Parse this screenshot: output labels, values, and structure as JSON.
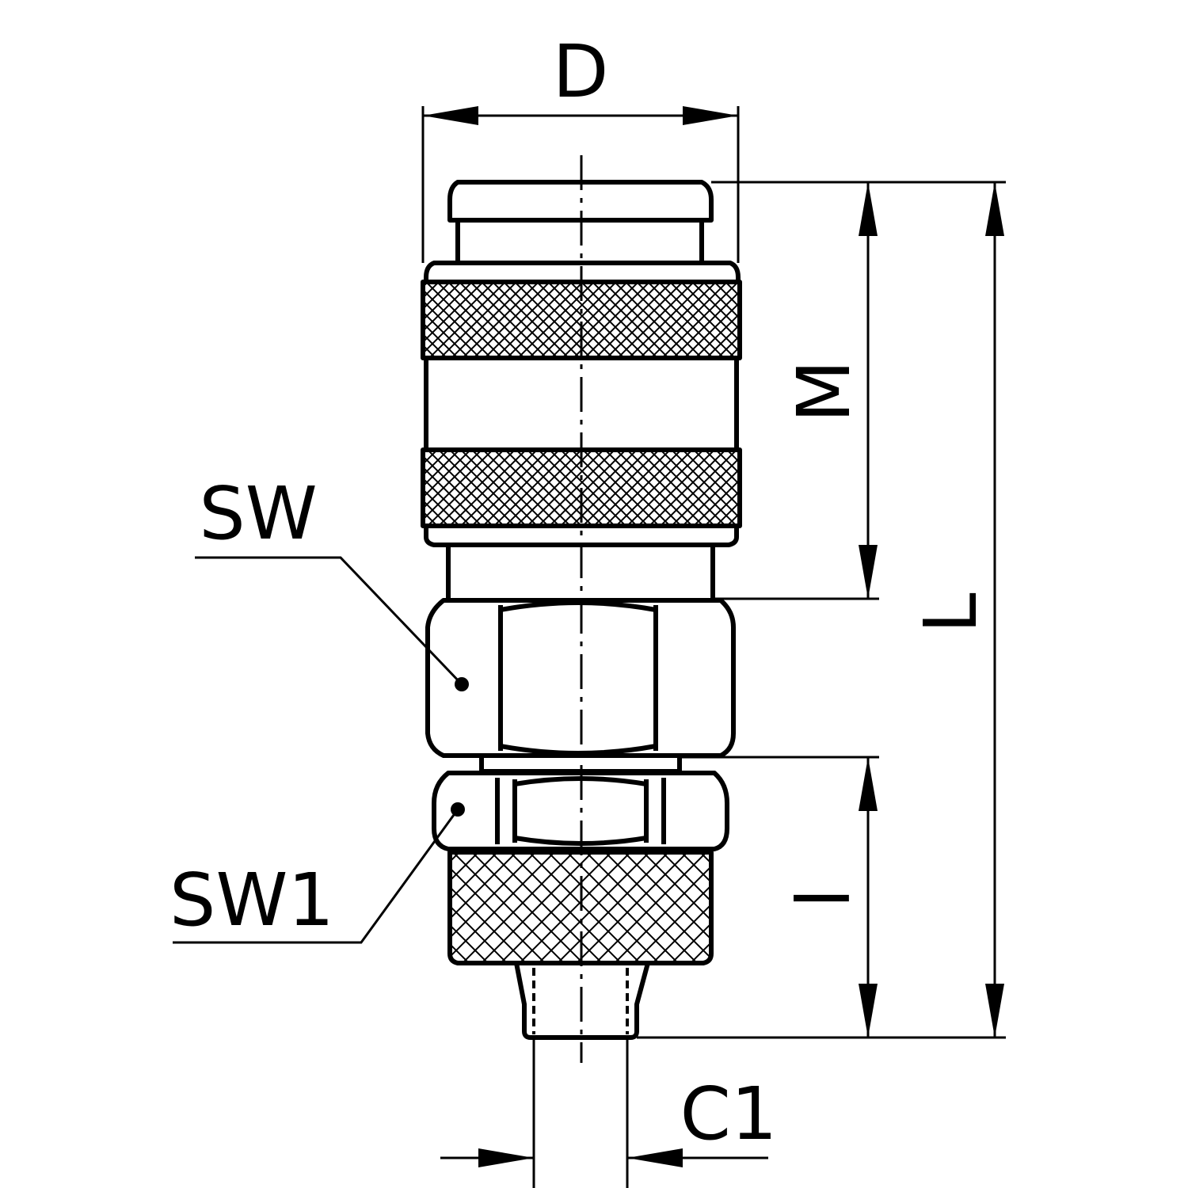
{
  "labels": {
    "D": "D",
    "M": "M",
    "L": "L",
    "l": "l",
    "SW": "SW",
    "SW1": "SW1",
    "C1": "C1"
  },
  "colors": {
    "line": "#000000",
    "background": "#ffffff"
  }
}
